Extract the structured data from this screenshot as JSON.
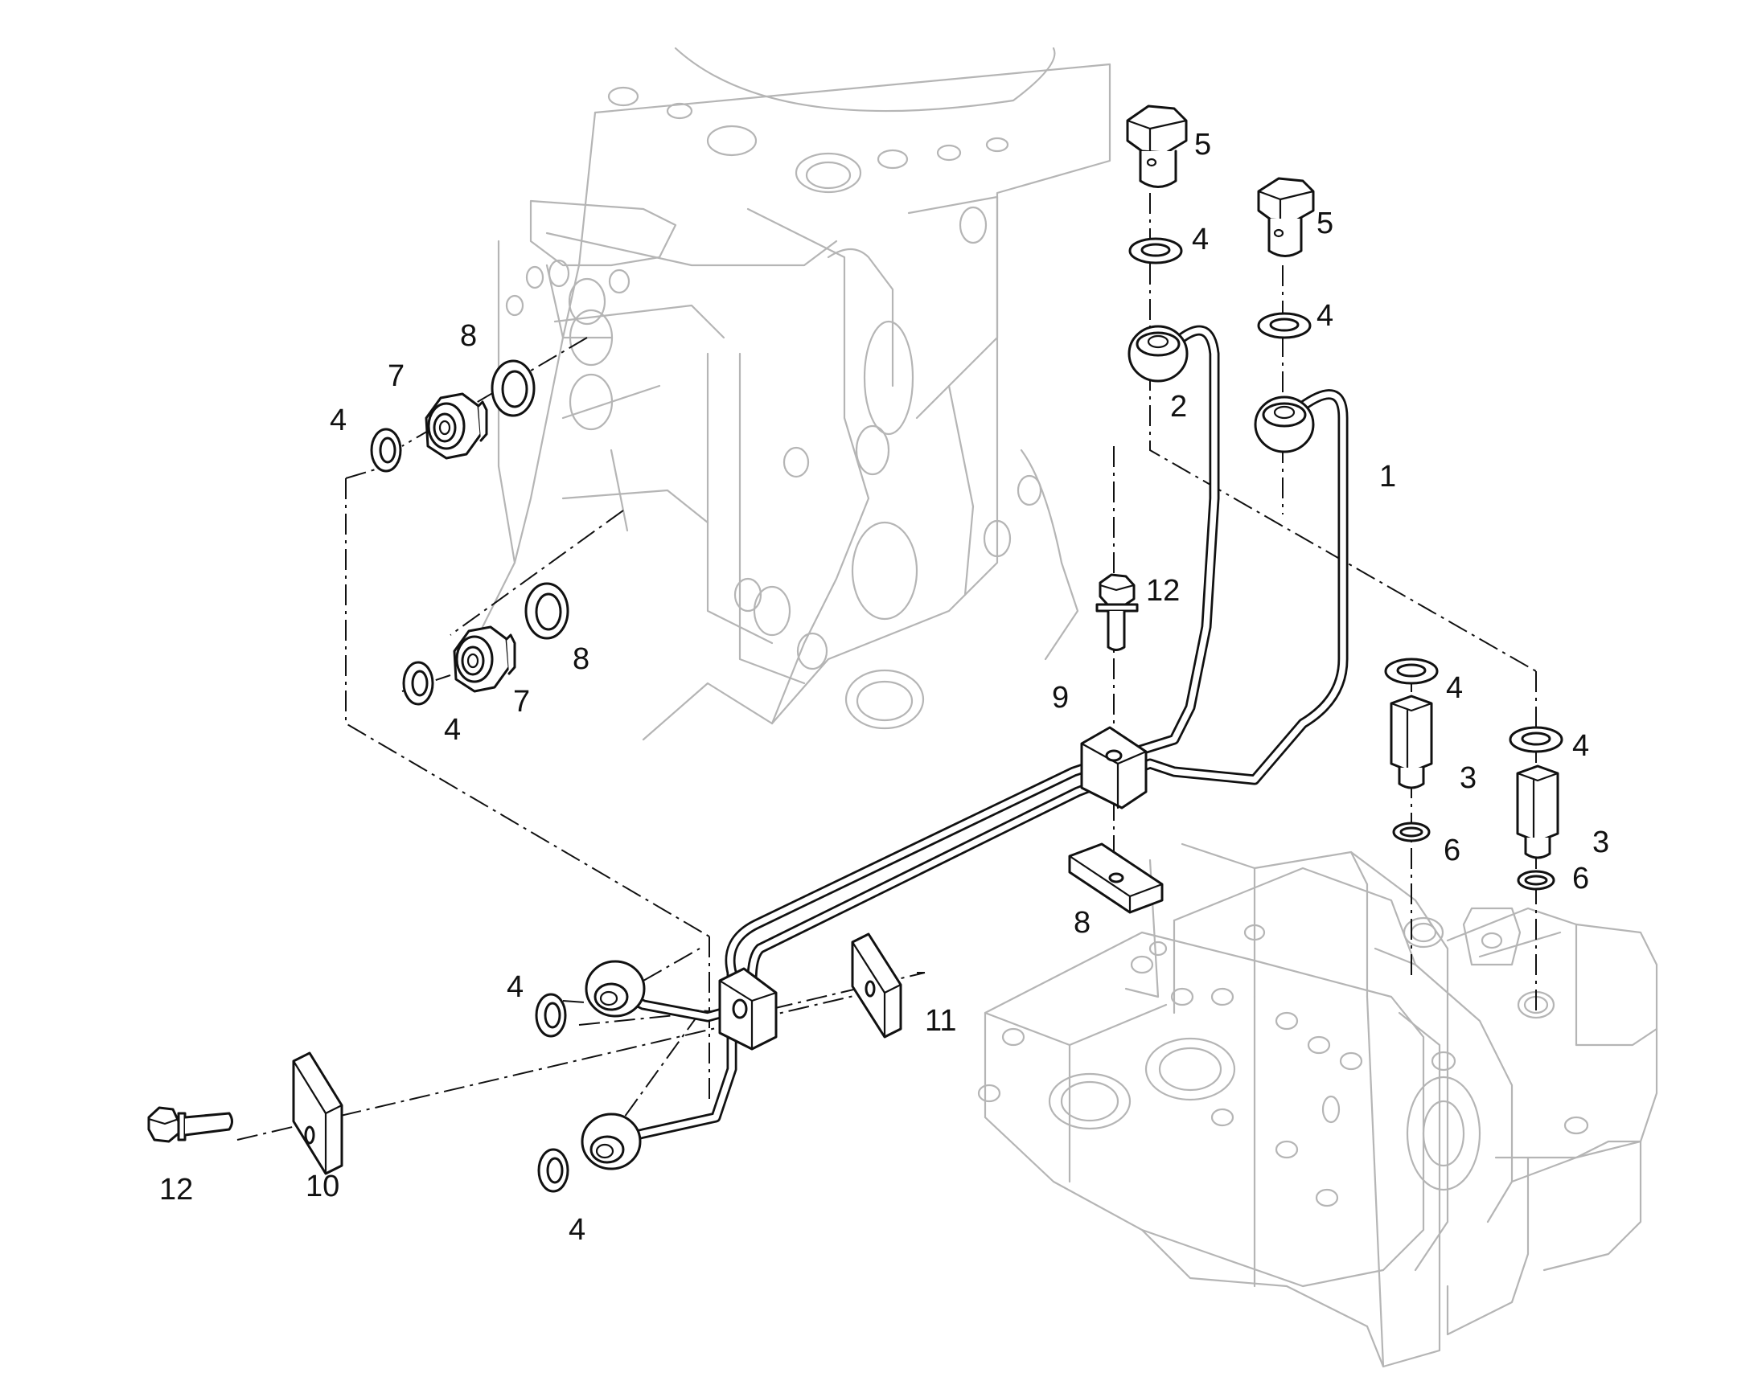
{
  "callouts": {
    "pipe_1": "1",
    "pipe_2": "2",
    "adapter_3a": "3",
    "adapter_3b": "3",
    "washer_4a": "4",
    "washer_4b": "4",
    "washer_4c": "4",
    "washer_4d": "4",
    "washer_4e": "4",
    "washer_4f": "4",
    "washer_4g": "4",
    "washer_4h": "4",
    "bolt_5a": "5",
    "bolt_5b": "5",
    "oring_6a": "6",
    "oring_6b": "6",
    "union_7a": "7",
    "union_7b": "7",
    "washer_8a": "8",
    "washer_8b": "8",
    "plate_8c": "8",
    "clamp_9": "9",
    "plate_10": "10",
    "plate_11": "11",
    "bolt_12a": "12",
    "bolt_12b": "12"
  }
}
